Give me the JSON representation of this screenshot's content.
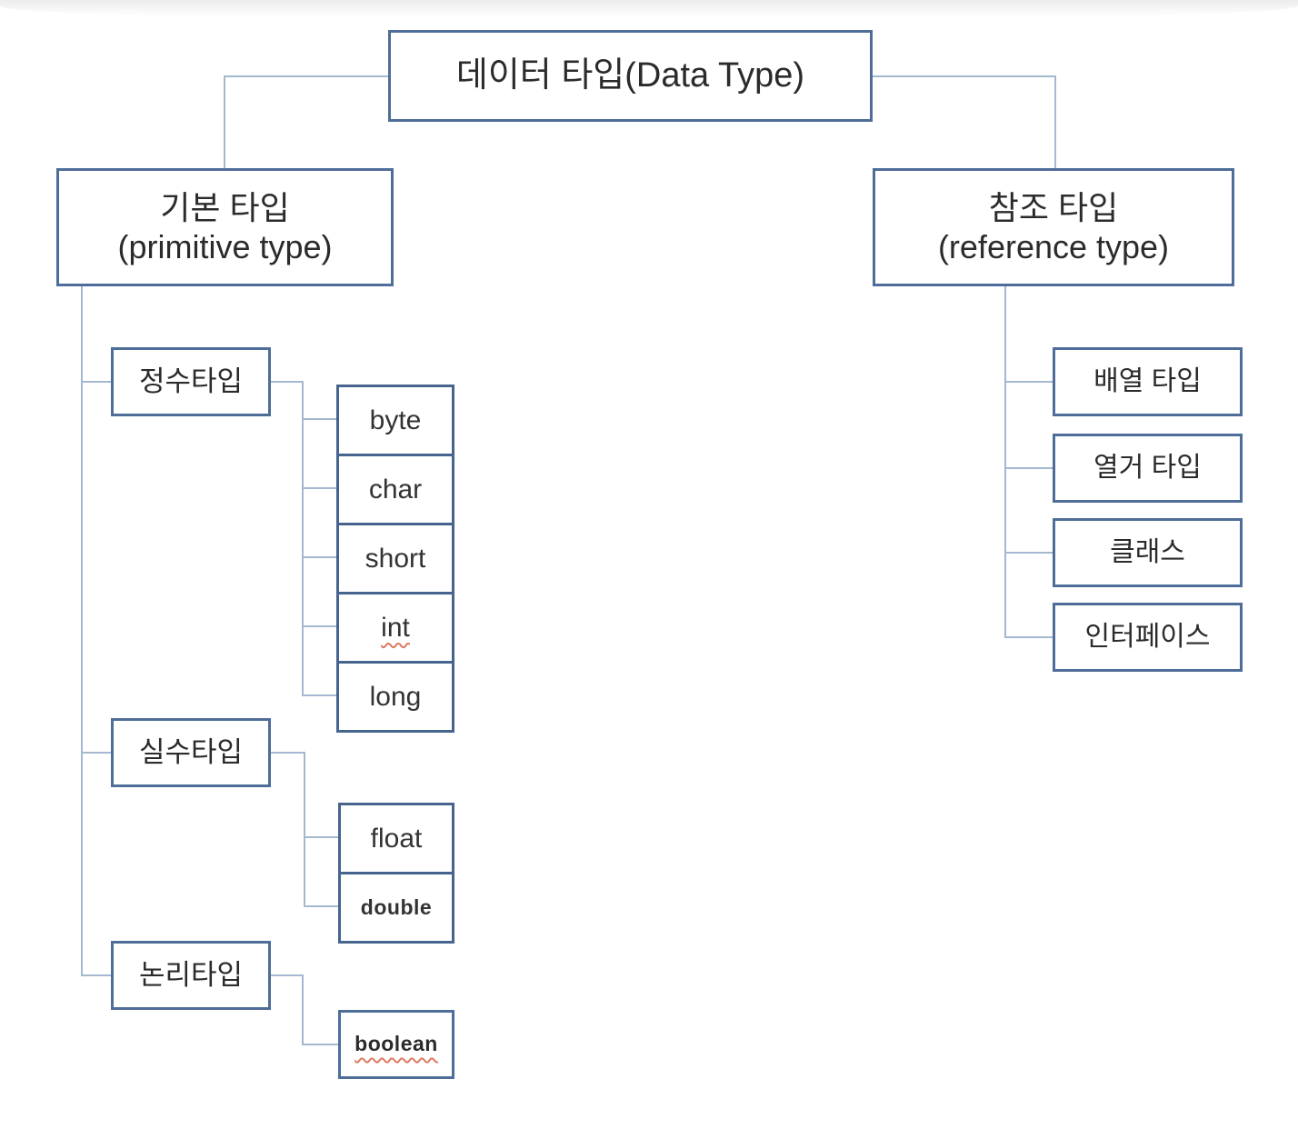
{
  "diagram": {
    "root": {
      "label": "데이터 타입(Data Type)"
    },
    "primitive": {
      "title": "기본 타입",
      "subtitle": "(primitive type)"
    },
    "reference": {
      "title": "참조 타입",
      "subtitle": "(reference type)"
    },
    "groups": {
      "integer": {
        "label": "정수타입"
      },
      "float": {
        "label": "실수타입"
      },
      "logic": {
        "label": "논리타입"
      }
    },
    "integer_types": [
      "byte",
      "char",
      "short",
      "int",
      "long"
    ],
    "float_types": [
      "float",
      "double"
    ],
    "logic_types": [
      "boolean"
    ],
    "reference_types": [
      "배열 타입",
      "열거 타입",
      "클래스",
      "인터페이스"
    ],
    "colors": {
      "box_border": "#4e6d98",
      "connector": "#a4b8d0",
      "text": "#2b2b2b",
      "spellcheck_underline": "#dd7a62"
    }
  }
}
